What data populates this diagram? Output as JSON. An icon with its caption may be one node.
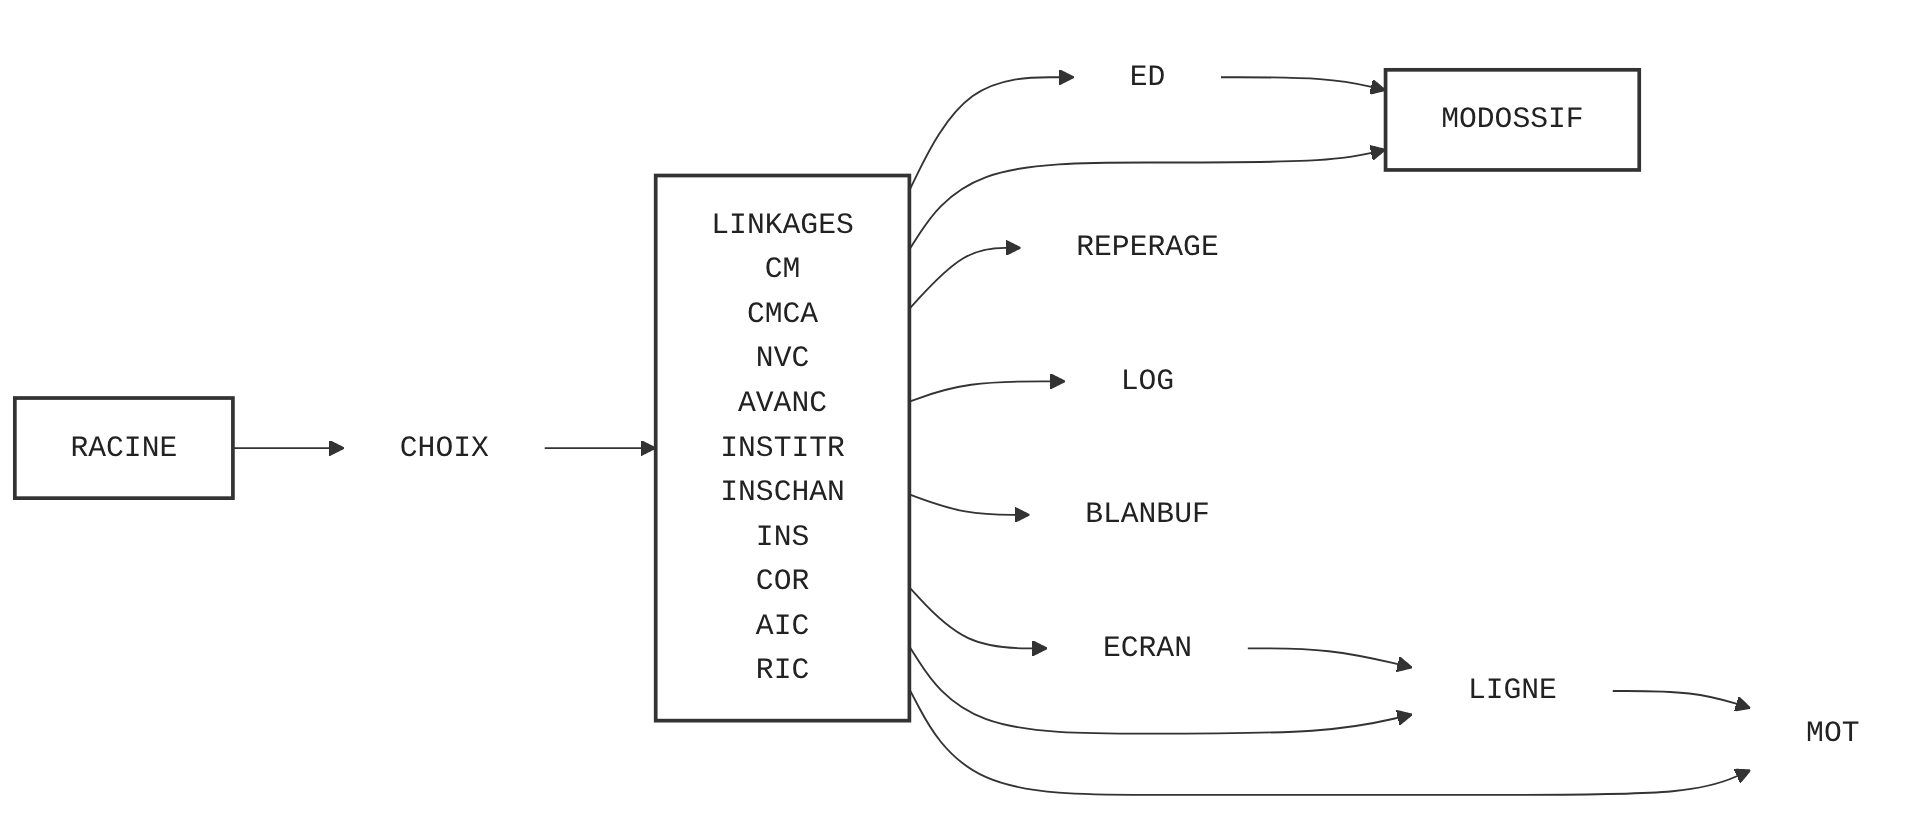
{
  "diagram": {
    "nodes": [
      {
        "text": [
          "RACINE"
        ]
      },
      {
        "text": [
          "CHOIX"
        ]
      },
      {
        "text": [
          "LINKAGES",
          "CM",
          "CMCA",
          "NVC",
          "AVANC",
          "INSTITR",
          "INSCHAN",
          "INS",
          "COR",
          "AIC",
          "RIC"
        ]
      },
      {
        "text": [
          "ED"
        ]
      },
      {
        "text": [
          "MODOSSIF"
        ]
      },
      {
        "text": [
          "ECRAN"
        ]
      },
      {
        "text": [
          "LIGNE"
        ]
      },
      {
        "text": [
          "MOT"
        ]
      },
      {
        "text": [
          "REPERAGE"
        ]
      },
      {
        "text": [
          "LOG"
        ]
      },
      {
        "text": [
          "BLANBUF"
        ]
      }
    ],
    "edges": [
      {
        "from": 0,
        "to": 1,
        "arrow": "to"
      },
      {
        "from": 1,
        "to": 2,
        "arrow": "to"
      },
      {
        "from": 2,
        "to": 3,
        "arrow": "to"
      },
      {
        "from": 3,
        "to": 4,
        "arrow": "to"
      },
      {
        "from": 2,
        "to": 4,
        "arrow": "to"
      },
      {
        "from": 2,
        "to": 5,
        "arrow": "to"
      },
      {
        "from": 5,
        "to": 6,
        "arrow": "to"
      },
      {
        "from": 2,
        "to": 6,
        "arrow": "to"
      },
      {
        "from": 6,
        "to": 7,
        "arrow": "to"
      },
      {
        "from": 2,
        "to": 7,
        "arrow": "to"
      },
      {
        "from": 2,
        "to": 8,
        "arrow": "to"
      },
      {
        "from": 2,
        "to": 9,
        "arrow": "to"
      },
      {
        "from": 2,
        "to": 10,
        "arrow": "to"
      }
    ]
  }
}
